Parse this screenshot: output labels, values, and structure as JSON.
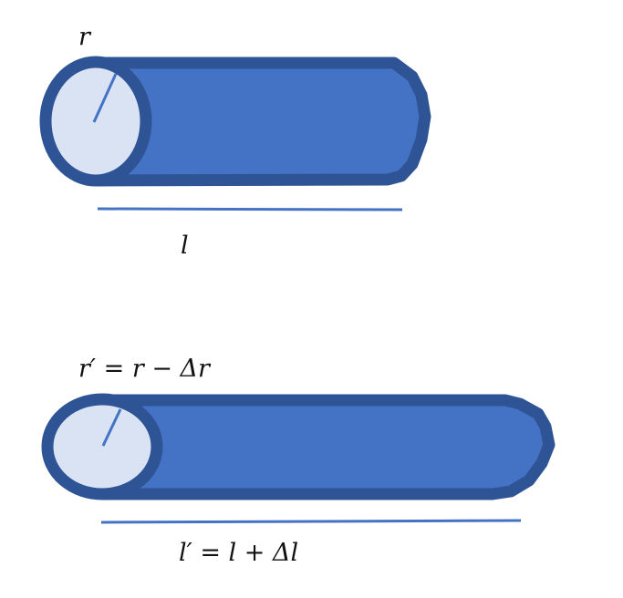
{
  "colors": {
    "background": "#ffffff",
    "cylinder_body": "#4472c4",
    "cylinder_outline": "#2f5496",
    "cylinder_end_face": "#dae3f3",
    "radius_line": "#4472c4",
    "length_line": "#4472c4",
    "label_text": "#111111"
  },
  "top_cylinder": {
    "radius_label": "r",
    "length_label": "l"
  },
  "bottom_cylinder": {
    "radius_label": "r′ = r − Δr",
    "length_label": "l′ = l + Δl"
  }
}
